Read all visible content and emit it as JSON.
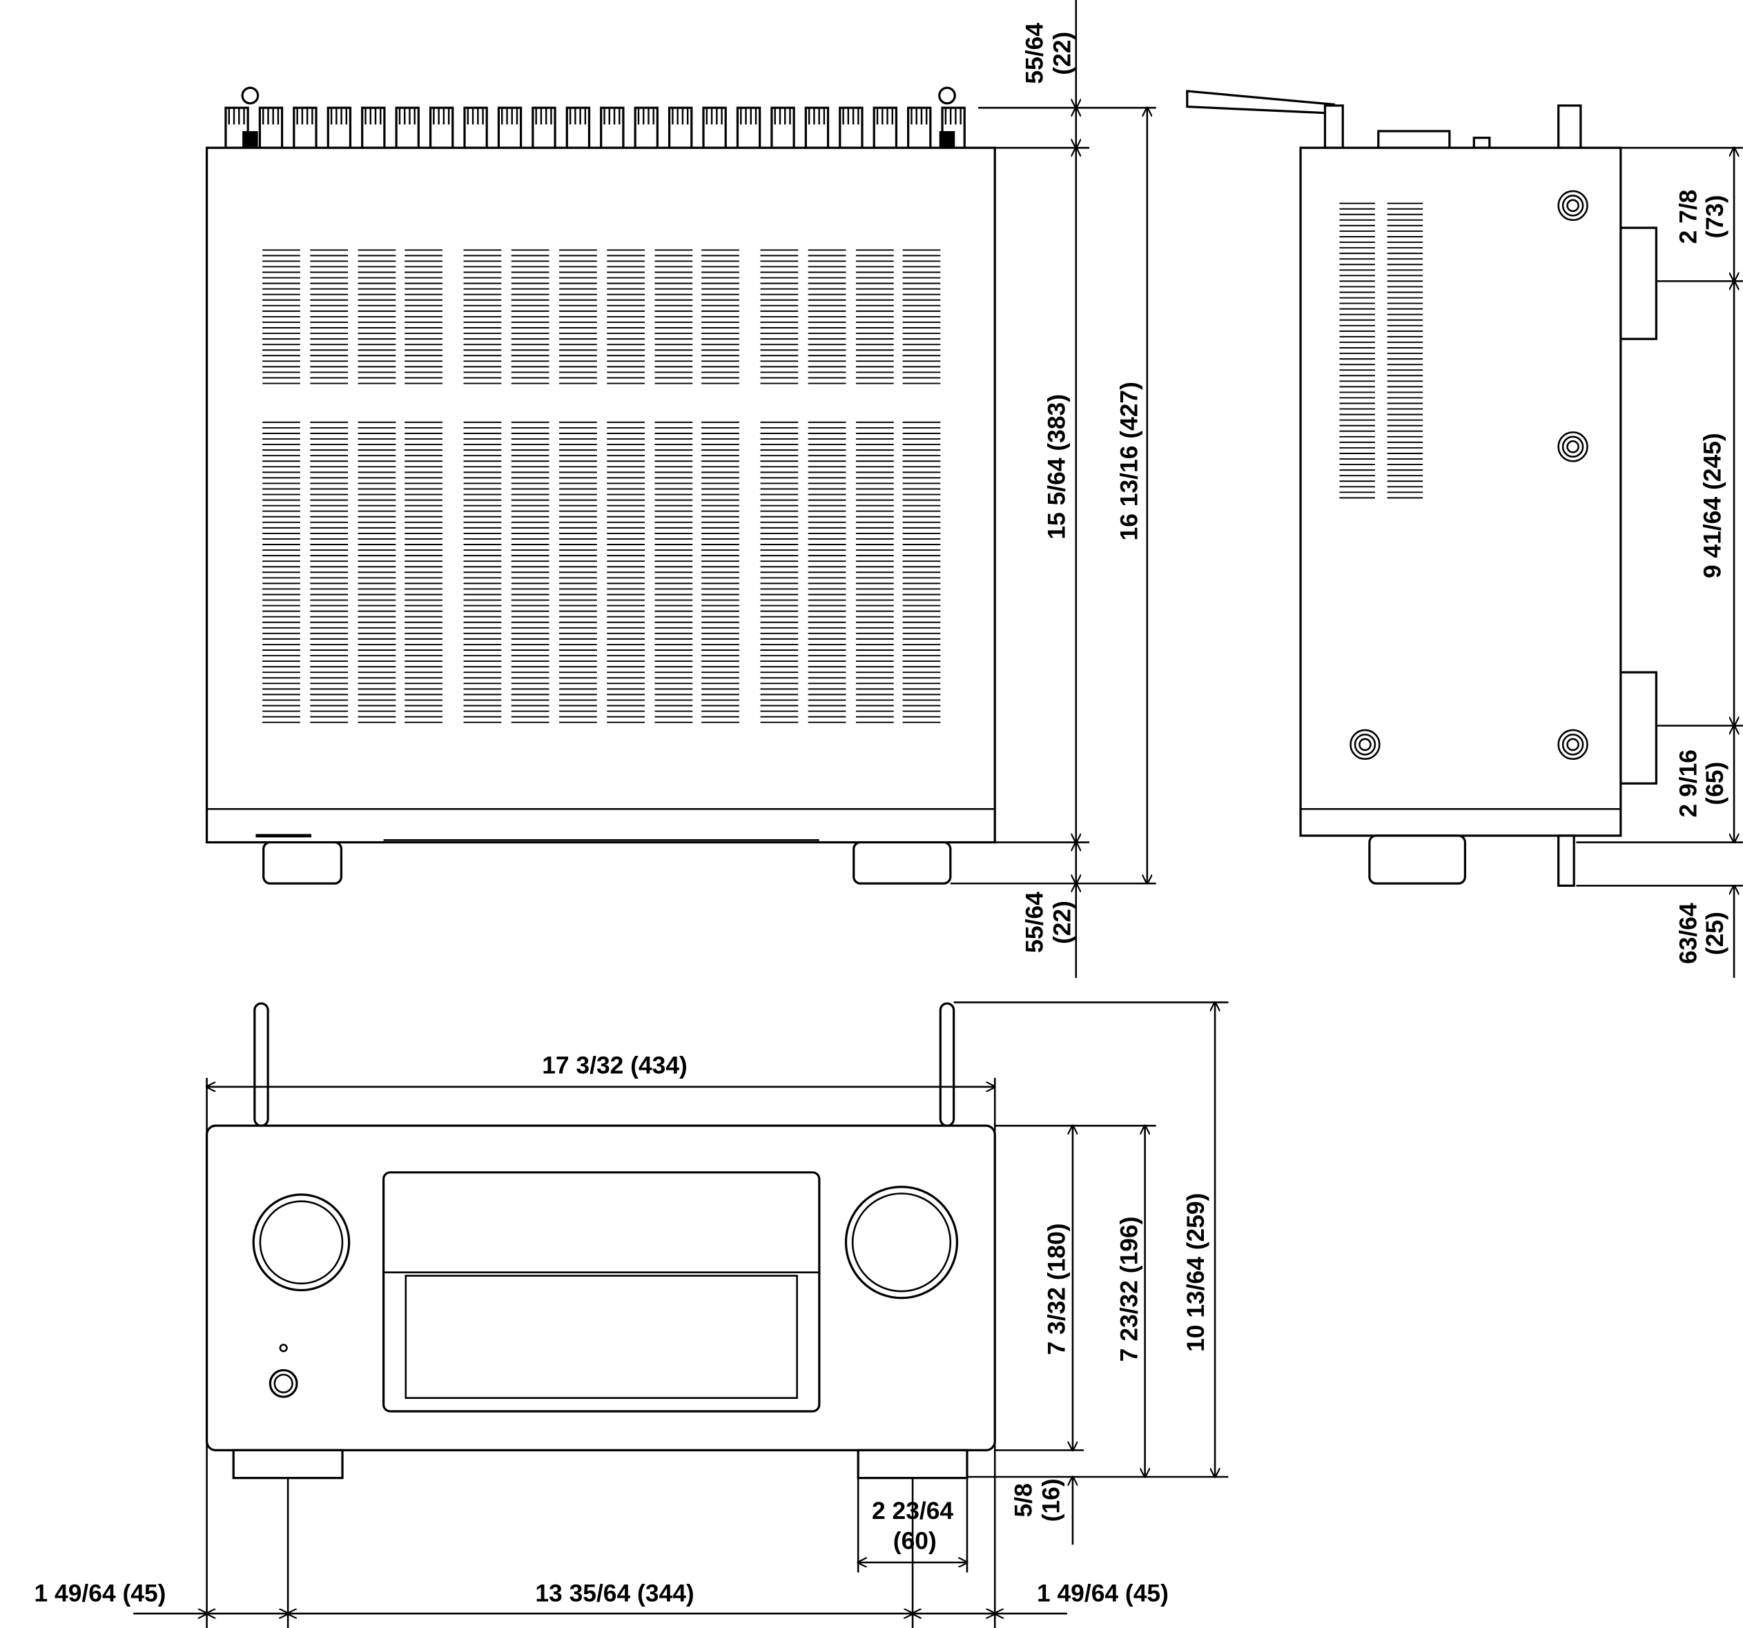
{
  "top_view": {
    "rear_overhang_top": [
      "55/64",
      "(22)"
    ],
    "body_depth": "15 5/64 (383)",
    "overall_depth": "16 13/16 (427)",
    "front_overhang_bottom": [
      "55/64",
      "(22)"
    ]
  },
  "side_view": {
    "upper_foot_offset": [
      "2 7/8",
      "(73)"
    ],
    "foot_spacing": "9 41/64 (245)",
    "lower_foot_offset": [
      "2 9/16",
      "(65)"
    ],
    "rear_overhang": [
      "63/64",
      "(25)"
    ]
  },
  "front_view": {
    "width": "17 3/32 (434)",
    "body_height": "7 3/32 (180)",
    "height_with_feet": "7 23/32 (196)",
    "height_with_antenna": "10 13/64 (259)",
    "foot_height": [
      "5/8",
      "(16)"
    ],
    "foot_width": [
      "2 23/64",
      "(60)"
    ],
    "left_foot_offset": "1 49/64 (45)",
    "foot_span": "13 35/64  (344)",
    "right_foot_offset": "1 49/64 (45)"
  }
}
